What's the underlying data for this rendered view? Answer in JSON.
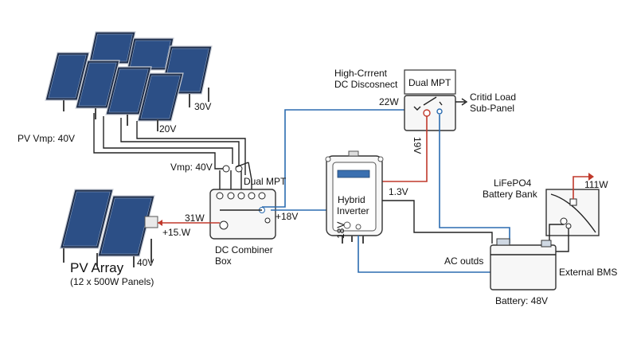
{
  "labels": {
    "pv_vmp": "PV Vmp: 40V",
    "v30": "30V",
    "v20": "20V",
    "vmp40": "Vmp: 40V",
    "dual_mpt_small": "Dual MPT",
    "dc_disconnect_line1": "High-Crrrent",
    "dc_disconnect_line2": "DC Discosnect",
    "dual_mpt_box": "Dual MPT",
    "w22": "22W",
    "critical_line1": "Critid Load",
    "critical_line2": "Sub-Panel",
    "v19": "19V",
    "lifepo4_line1": "LiFePO4",
    "lifepo4_line2": "Battery Bank",
    "w111": "111W",
    "hybrid_line1": "Hybrid",
    "hybrid_line2": "Inverter",
    "v13": "1.3V",
    "w31": "31W",
    "w15": "+15.W",
    "v18": "+18V",
    "v40b": "40V",
    "pv_array_title": "PV Array",
    "pv_array_sub": "(12 x 500W Panels)",
    "combiner_line1": "DC Combiner",
    "combiner_line2": "Box",
    "v18b": "18V",
    "ac_outds": "AC outds",
    "external_bms": "External BMS",
    "battery": "Battery: 48V"
  },
  "colors": {
    "wire_dc": "#2b6cb0",
    "wire_hot": "#c0392b",
    "wire_neutral": "#222222",
    "panel": "#2c4f86"
  }
}
